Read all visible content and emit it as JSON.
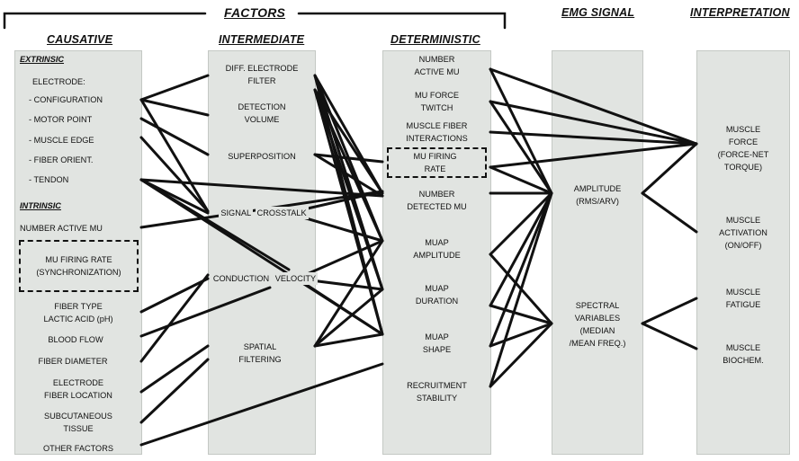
{
  "headers": {
    "factors": "FACTORS",
    "causative": "CAUSATIVE",
    "intermediate": "INTERMEDIATE",
    "deterministic": "DETERMINISTIC",
    "emg_signal": "EMG SIGNAL",
    "interpretation": "INTERPRETATION"
  },
  "causative": {
    "extrinsic": "EXTRINSIC",
    "electrode": "ELECTRODE:",
    "configuration": "- CONFIGURATION",
    "motor_point": "- MOTOR POINT",
    "muscle_edge": "- MUSCLE EDGE",
    "fiber_orient": "- FIBER ORIENT.",
    "tendon": "- TENDON",
    "intrinsic": "INTRINSIC",
    "number_active_mu": "NUMBER ACTIVE MU",
    "mu_firing_rate_1": "MU FIRING RATE",
    "mu_firing_rate_2": "(SYNCHRONIZATION)",
    "fiber_type_1": "FIBER TYPE",
    "fiber_type_2": "LACTIC ACID (pH)",
    "blood_flow": "BLOOD FLOW",
    "fiber_diameter": "FIBER DIAMETER",
    "electrode_loc_1": "ELECTRODE",
    "electrode_loc_2": "FIBER LOCATION",
    "subcutaneous_1": "SUBCUTANEOUS",
    "subcutaneous_2": "TISSUE",
    "other_factors": "OTHER FACTORS"
  },
  "intermediate": {
    "diff_filter_1": "DIFF. ELECTRODE",
    "diff_filter_2": "FILTER",
    "detection_volume_1": "DETECTION",
    "detection_volume_2": "VOLUME",
    "superposition": "SUPERPOSITION",
    "crosstalk_1": "SIGNAL",
    "crosstalk_2": "CROSSTALK",
    "conduction_1": "CONDUCTION",
    "conduction_2": "VELOCITY",
    "spatial_1": "SPATIAL",
    "spatial_2": "FILTERING"
  },
  "deterministic": {
    "number_active_1": "NUMBER",
    "number_active_2": "ACTIVE MU",
    "force_twitch_1": "MU FORCE",
    "force_twitch_2": "TWITCH",
    "interactions_1": "MUSCLE FIBER",
    "interactions_2": "INTERACTIONS",
    "firing_rate_1": "MU FIRING",
    "firing_rate_2": "RATE",
    "detected_1": "NUMBER",
    "detected_2": "DETECTED MU",
    "amplitude_1": "MUAP",
    "amplitude_2": "AMPLITUDE",
    "duration_1": "MUAP",
    "duration_2": "DURATION",
    "shape_1": "MUAP",
    "shape_2": "SHAPE",
    "recruitment_1": "RECRUITMENT",
    "recruitment_2": "STABILITY"
  },
  "emg": {
    "amplitude_1": "AMPLITUDE",
    "amplitude_2": "(RMS/ARV)",
    "spectral_1": "SPECTRAL",
    "spectral_2": "VARIABLES",
    "spectral_3": "(MEDIAN",
    "spectral_4": "/MEAN FREQ.)"
  },
  "interpretation": {
    "force_1": "MUSCLE",
    "force_2": "FORCE",
    "force_3": "(FORCE-NET",
    "force_4": "TORQUE)",
    "activation_1": "MUSCLE",
    "activation_2": "ACTIVATION",
    "activation_3": "(ON/OFF)",
    "fatigue_1": "MUSCLE",
    "fatigue_2": "FATIGUE",
    "biochem_1": "MUSCLE",
    "biochem_2": "BIOCHEM."
  }
}
